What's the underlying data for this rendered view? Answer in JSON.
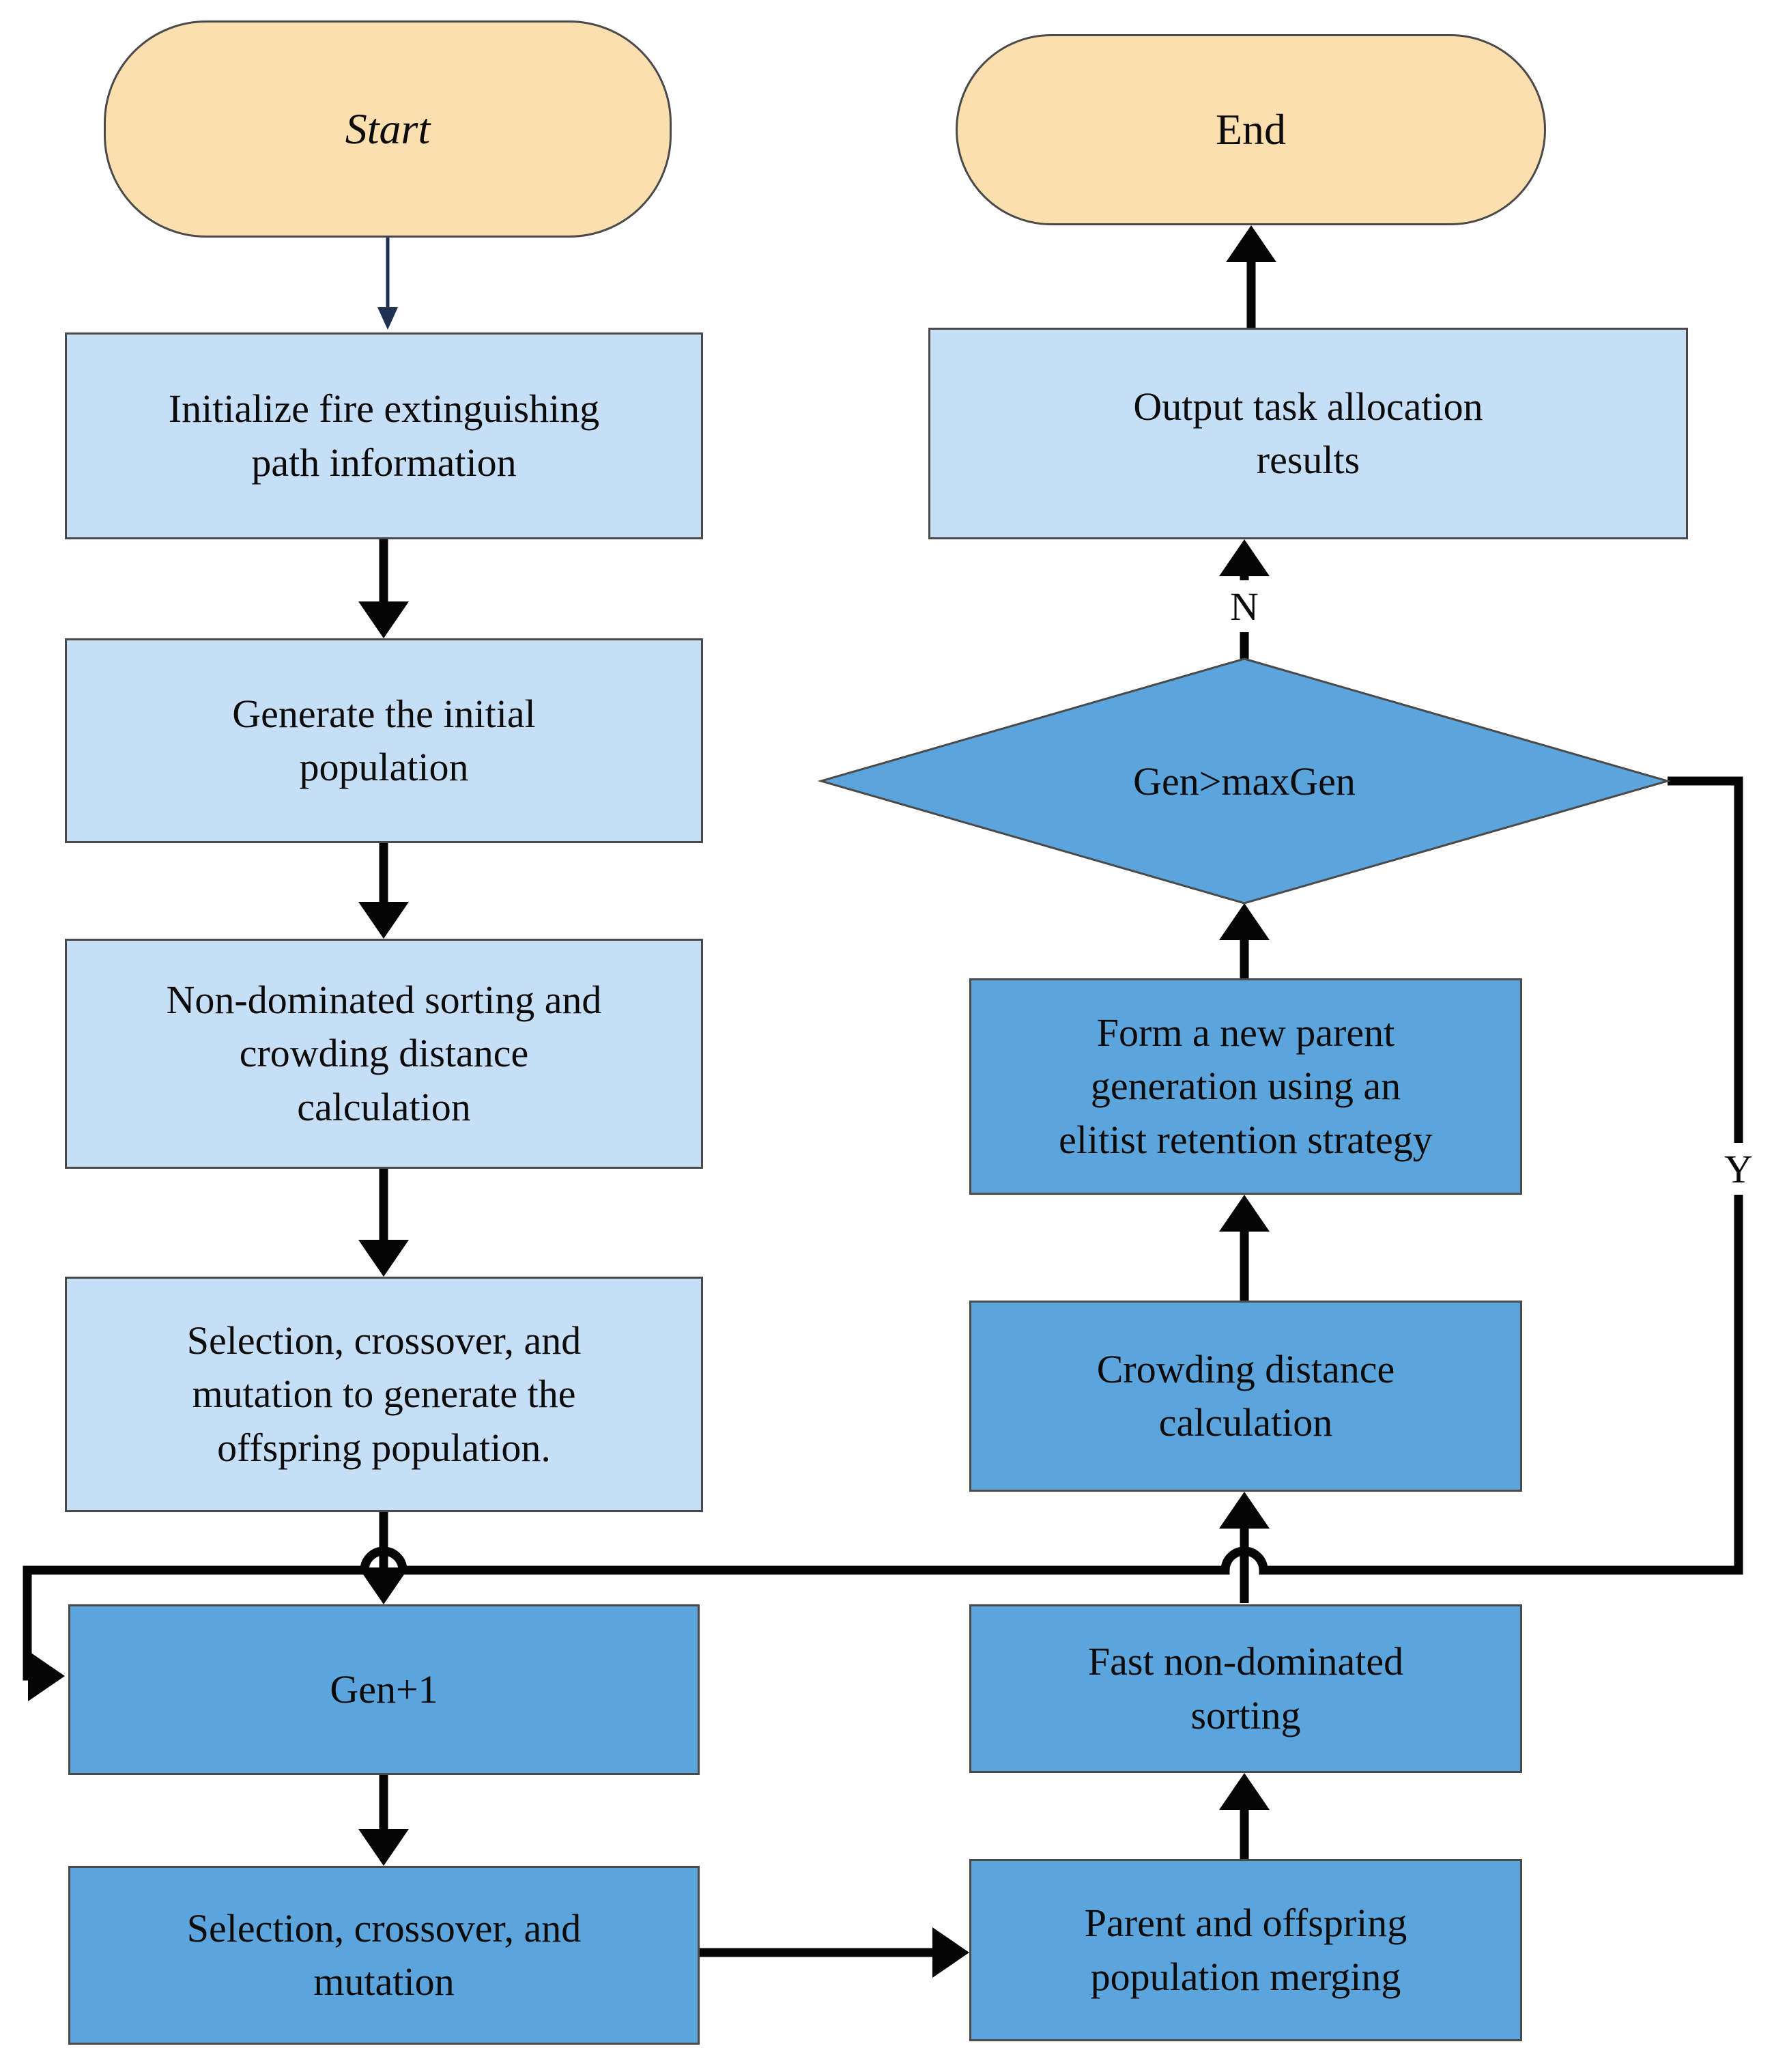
{
  "palette": {
    "terminal_fill": "#fbdfae",
    "light_fill": "#c7dff6",
    "dark_fill": "#5ba4dc",
    "border": "#4a4a4a",
    "arrow": "#050505",
    "thin_arrow": "#1e3150",
    "text": "#0b0b0b"
  },
  "nodes": {
    "start": {
      "label": "Start"
    },
    "init": {
      "lines": [
        "Initialize fire extinguishing",
        "path information"
      ]
    },
    "generate": {
      "lines": [
        "Generate the initial",
        "population"
      ]
    },
    "nondominated": {
      "lines": [
        "Non-dominated sorting and",
        "crowding distance",
        "calculation"
      ]
    },
    "selection_offspring": {
      "lines": [
        "Selection, crossover, and",
        "mutation to generate the",
        "offspring population."
      ]
    },
    "gen_plus": {
      "label": "Gen+1"
    },
    "selection_mutation": {
      "lines": [
        "Selection, crossover, and",
        "mutation"
      ]
    },
    "end": {
      "label": "End"
    },
    "output": {
      "lines": [
        "Output task allocation",
        "results"
      ]
    },
    "decision": {
      "label": "Gen>maxGen"
    },
    "form_parent": {
      "lines": [
        "Form a new parent",
        "generation using an",
        "elitist retention strategy"
      ]
    },
    "crowding": {
      "lines": [
        "Crowding distance",
        "calculation"
      ]
    },
    "fast_sort": {
      "lines": [
        "Fast non-dominated",
        "sorting"
      ]
    },
    "merge": {
      "lines": [
        "Parent and offspring",
        "population merging"
      ]
    }
  },
  "edge_labels": {
    "no": "N",
    "yes": "Y"
  }
}
